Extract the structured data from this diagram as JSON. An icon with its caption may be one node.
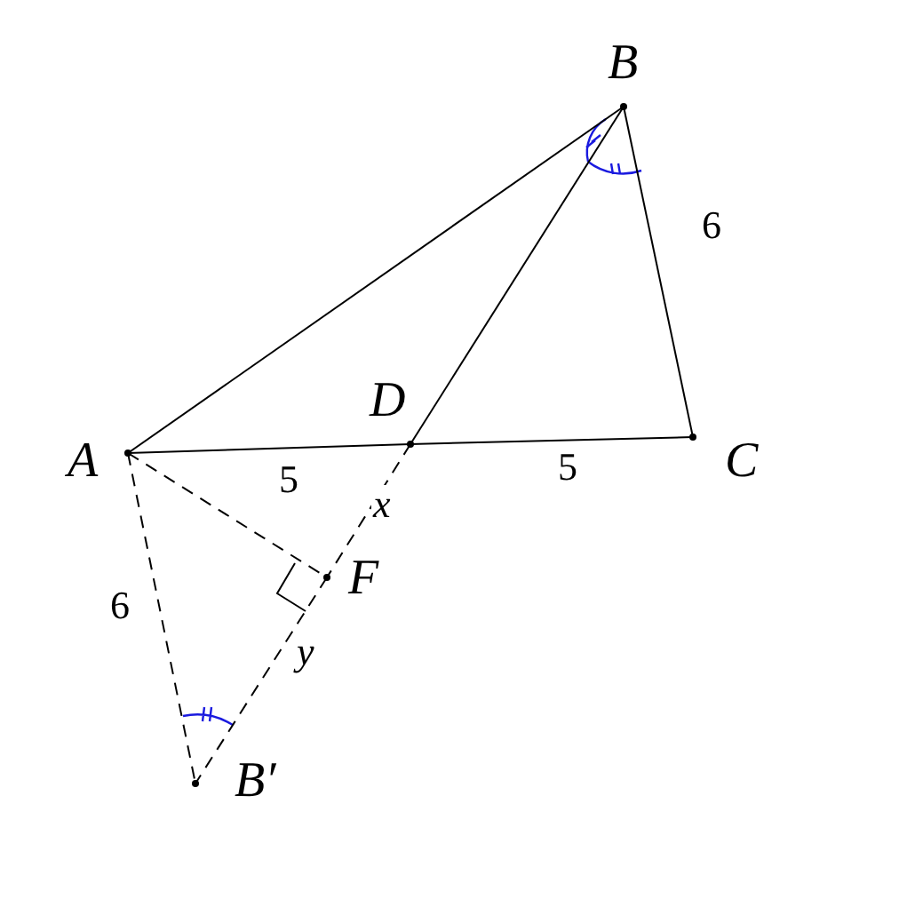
{
  "diagram": {
    "nodes": [
      {
        "text": [
          "A"
        ]
      },
      {
        "text": [
          "B"
        ]
      },
      {
        "text": [
          "C"
        ]
      },
      {
        "text": [
          "D"
        ]
      },
      {
        "text": [
          "F"
        ]
      },
      {
        "text": [
          "B′"
        ]
      }
    ],
    "edges": [
      {
        "from": 0,
        "to": 1,
        "arrow": "none"
      },
      {
        "from": 1,
        "to": 2,
        "arrow": "none",
        "label": "6"
      },
      {
        "from": 0,
        "to": 3,
        "arrow": "none",
        "label": "5"
      },
      {
        "from": 3,
        "to": 2,
        "arrow": "none",
        "label": "5"
      },
      {
        "from": 1,
        "to": 3,
        "arrow": "none"
      },
      {
        "from": 0,
        "to": 5,
        "arrow": "none",
        "label": "6",
        "style": "dashed"
      },
      {
        "from": 0,
        "to": 4,
        "arrow": "none",
        "style": "dashed"
      },
      {
        "from": 3,
        "to": 4,
        "arrow": "none",
        "label": "x",
        "style": "dashed"
      },
      {
        "from": 4,
        "to": 5,
        "arrow": "none",
        "label": "y",
        "style": "dashed"
      }
    ]
  }
}
